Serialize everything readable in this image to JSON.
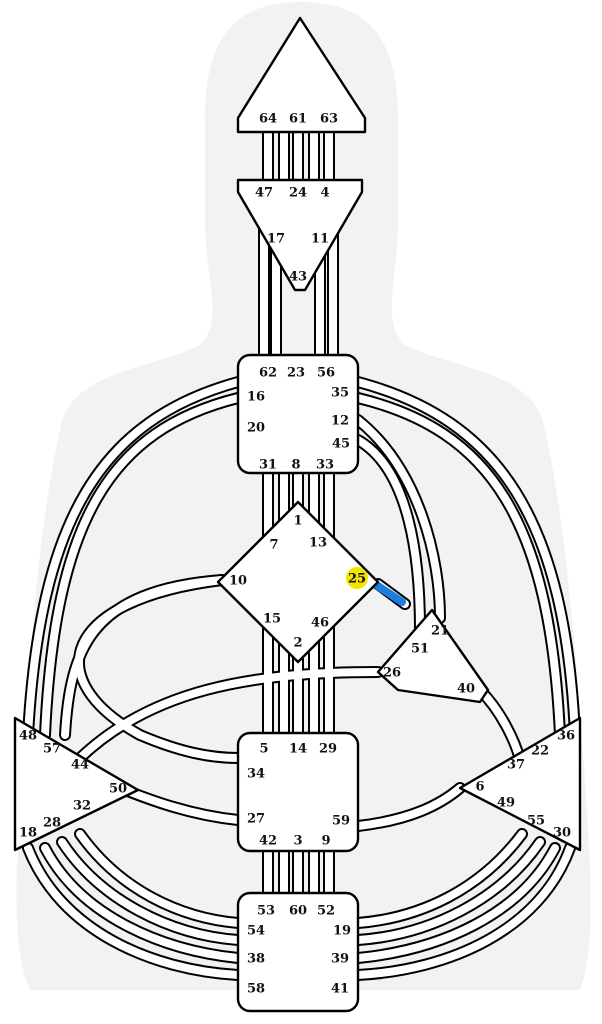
{
  "colors": {
    "silhouette": "#f2f2f2",
    "defined_center": "#1fbf72",
    "active_channel": "#1e7ee0",
    "active_gate": "#f5e400",
    "outline": "#000000"
  },
  "centers": {
    "head": {
      "gates": [
        "64",
        "61",
        "63"
      ]
    },
    "ajna": {
      "gates": [
        "47",
        "24",
        "4",
        "17",
        "11",
        "43"
      ]
    },
    "throat": {
      "gates": [
        "62",
        "23",
        "56",
        "35",
        "16",
        "12",
        "20",
        "45",
        "31",
        "8",
        "33"
      ]
    },
    "g": {
      "gates": [
        "1",
        "7",
        "13",
        "10",
        "25",
        "15",
        "46",
        "2"
      ],
      "defined": true
    },
    "ego": {
      "gates": [
        "21",
        "51",
        "26",
        "40"
      ]
    },
    "sacral": {
      "gates": [
        "5",
        "14",
        "29",
        "34",
        "27",
        "59",
        "42",
        "3",
        "9"
      ]
    },
    "spleen": {
      "gates": [
        "48",
        "57",
        "44",
        "50",
        "32",
        "28",
        "18"
      ]
    },
    "solar_plexus": {
      "gates": [
        "36",
        "22",
        "37",
        "6",
        "49",
        "55",
        "30"
      ]
    },
    "root": {
      "gates": [
        "53",
        "60",
        "52",
        "54",
        "19",
        "38",
        "39",
        "58",
        "41"
      ]
    }
  },
  "highlighted_gate": "25"
}
